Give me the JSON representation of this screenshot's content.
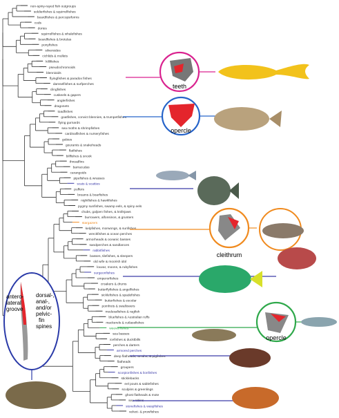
{
  "colors": {
    "tree": "#333333",
    "teeth": "#d9228f",
    "opercle": "#2563c9",
    "cleithrum": "#f08a1e",
    "spines": "#3a3aa8",
    "green": "#2ea84a",
    "highlight_blue": "#3a3aa8"
  },
  "labels": [
    {
      "text": "non-spiny-rayed fish outgroups",
      "color": "#333333"
    },
    {
      "text": "soldierfishes & squirrelfishes",
      "color": "#333333"
    },
    {
      "text": "beardfishes & percopsiforms",
      "color": "#333333"
    },
    {
      "text": "cods",
      "color": "#333333"
    },
    {
      "text": "dories",
      "color": "#333333"
    },
    {
      "text": "squirrelfishes & whalefishes",
      "color": "#333333"
    },
    {
      "text": "beardfishes & brotulas",
      "color": "#333333"
    },
    {
      "text": "ponyfishes",
      "color": "#333333"
    },
    {
      "text": "silversides",
      "color": "#333333"
    },
    {
      "text": "cichlids & mullets",
      "color": "#333333"
    },
    {
      "text": "killifishes",
      "color": "#333333"
    },
    {
      "text": "pseudochromoids",
      "color": "#333333"
    },
    {
      "text": "blennioids",
      "color": "#333333"
    },
    {
      "text": "flyingfishes & paradox fishes",
      "color": "#333333"
    },
    {
      "text": "damselfishes & surfperches",
      "color": "#333333"
    },
    {
      "text": "clingfishes",
      "color": "#333333"
    },
    {
      "text": "cuskeels & gapers",
      "color": "#333333"
    },
    {
      "text": "anglerfishes",
      "color": "#333333"
    },
    {
      "text": "dragonets",
      "color": "#333333"
    },
    {
      "text": "toadfishes",
      "color": "#333333"
    },
    {
      "text": "goatfishes, convict blennies, & trumpetfishes",
      "color": "#333333"
    },
    {
      "text": "flying gurnards",
      "color": "#333333"
    },
    {
      "text": "sea moths & shrimpfishes",
      "color": "#333333"
    },
    {
      "text": "cardinalfishes & nurseryfishes",
      "color": "#333333"
    },
    {
      "text": "gobies",
      "color": "#333333"
    },
    {
      "text": "gouramis & snakeheads",
      "color": "#333333"
    },
    {
      "text": "flatfishes",
      "color": "#333333"
    },
    {
      "text": "billfishes & snook",
      "color": "#333333"
    },
    {
      "text": "threadfins",
      "color": "#333333"
    },
    {
      "text": "barracudas",
      "color": "#333333"
    },
    {
      "text": "carangoids",
      "color": "#333333"
    },
    {
      "text": "pipefishes & wrasses",
      "color": "#333333"
    },
    {
      "text": "scats & scatties",
      "color": "#3a3aa8"
    },
    {
      "text": "puffers",
      "color": "#333333"
    },
    {
      "text": "breams & boarfishes",
      "color": "#333333"
    },
    {
      "text": "nightfishes & hawkfishes",
      "color": "#333333"
    },
    {
      "text": "pygmy sunfishes, swamp eels, & spiny eels",
      "color": "#333333"
    },
    {
      "text": "chubs, galjoen fishes, & knifejaws",
      "color": "#333333"
    },
    {
      "text": "burrowers, alfonsinos, & grunters",
      "color": "#333333"
    },
    {
      "text": "stargazers",
      "color": "#f08a1e"
    },
    {
      "text": "kelpfishes, morwongs, & sunfishes",
      "color": "#333333"
    },
    {
      "text": "wreckfishes & ocean perches",
      "color": "#333333"
    },
    {
      "text": "armorheads & oceanic basses",
      "color": "#333333"
    },
    {
      "text": "sandperches & sandlances",
      "color": "#333333"
    },
    {
      "text": "rabbitfishes",
      "color": "#3a3aa8"
    },
    {
      "text": "basses, tilefishes, & sleepers",
      "color": "#333333"
    },
    {
      "text": "old wife & moorish idol",
      "color": "#333333"
    },
    {
      "text": "louvar, moons, & rubyfishes",
      "color": "#333333"
    },
    {
      "text": "surgeonfishes",
      "color": "#3a3aa8"
    },
    {
      "text": "emperorfishes",
      "color": "#333333"
    },
    {
      "text": "croakers & drums",
      "color": "#333333"
    },
    {
      "text": "butterflyfishes & angelfishes",
      "color": "#333333"
    },
    {
      "text": "sicklefishes & spadefishes",
      "color": "#333333"
    },
    {
      "text": "butterfishes & escolar",
      "color": "#333333"
    },
    {
      "text": "pomfrets & swallowers",
      "color": "#333333"
    },
    {
      "text": "medusafishes & ragfish",
      "color": "#333333"
    },
    {
      "text": "bluefishes & Australian ruffs",
      "color": "#333333"
    },
    {
      "text": "mackerels & cutlassfishes",
      "color": "#333333"
    },
    {
      "text": "weeverfishes",
      "color": "#2ea84a"
    },
    {
      "text": "sea basses",
      "color": "#333333"
    },
    {
      "text": "icefishes & ducktbills",
      "color": "#333333"
    },
    {
      "text": "perches & darters",
      "color": "#333333"
    },
    {
      "text": "armored perches",
      "color": "#3a3aa8"
    },
    {
      "text": "deep flatheads, wrrahs, & pigfishes",
      "color": "#333333"
    },
    {
      "text": "flatheads",
      "color": "#333333"
    },
    {
      "text": "groupers",
      "color": "#333333"
    },
    {
      "text": "scorpionfishes & lionfishes",
      "color": "#3a3aa8"
    },
    {
      "text": "sticklebacks",
      "color": "#333333"
    },
    {
      "text": "eel pouts & sablefishes",
      "color": "#333333"
    },
    {
      "text": "sculpins & greenlings",
      "color": "#333333"
    },
    {
      "text": "ghost flatheads & mote",
      "color": "#333333"
    },
    {
      "text": "sea robins",
      "color": "#333333"
    },
    {
      "text": "stonefishes & waspfishes",
      "color": "#3a3aa8"
    },
    {
      "text": "velvet- & prowfishes",
      "color": "#333333"
    }
  ],
  "callouts": {
    "teeth": "teeth",
    "opercle_top": "opercle",
    "cleithrum": "cleithrum",
    "opercle_bottom": "opercle",
    "groove_line1": "antero-",
    "groove_line2": "lateral",
    "groove_line3": "groove",
    "spines_line1": "dorsal-,",
    "spines_line2": "anal-,",
    "spines_line3": "and/or",
    "spines_line4": "pelvic-",
    "spines_line5": "fin",
    "spines_line6": "spines"
  }
}
